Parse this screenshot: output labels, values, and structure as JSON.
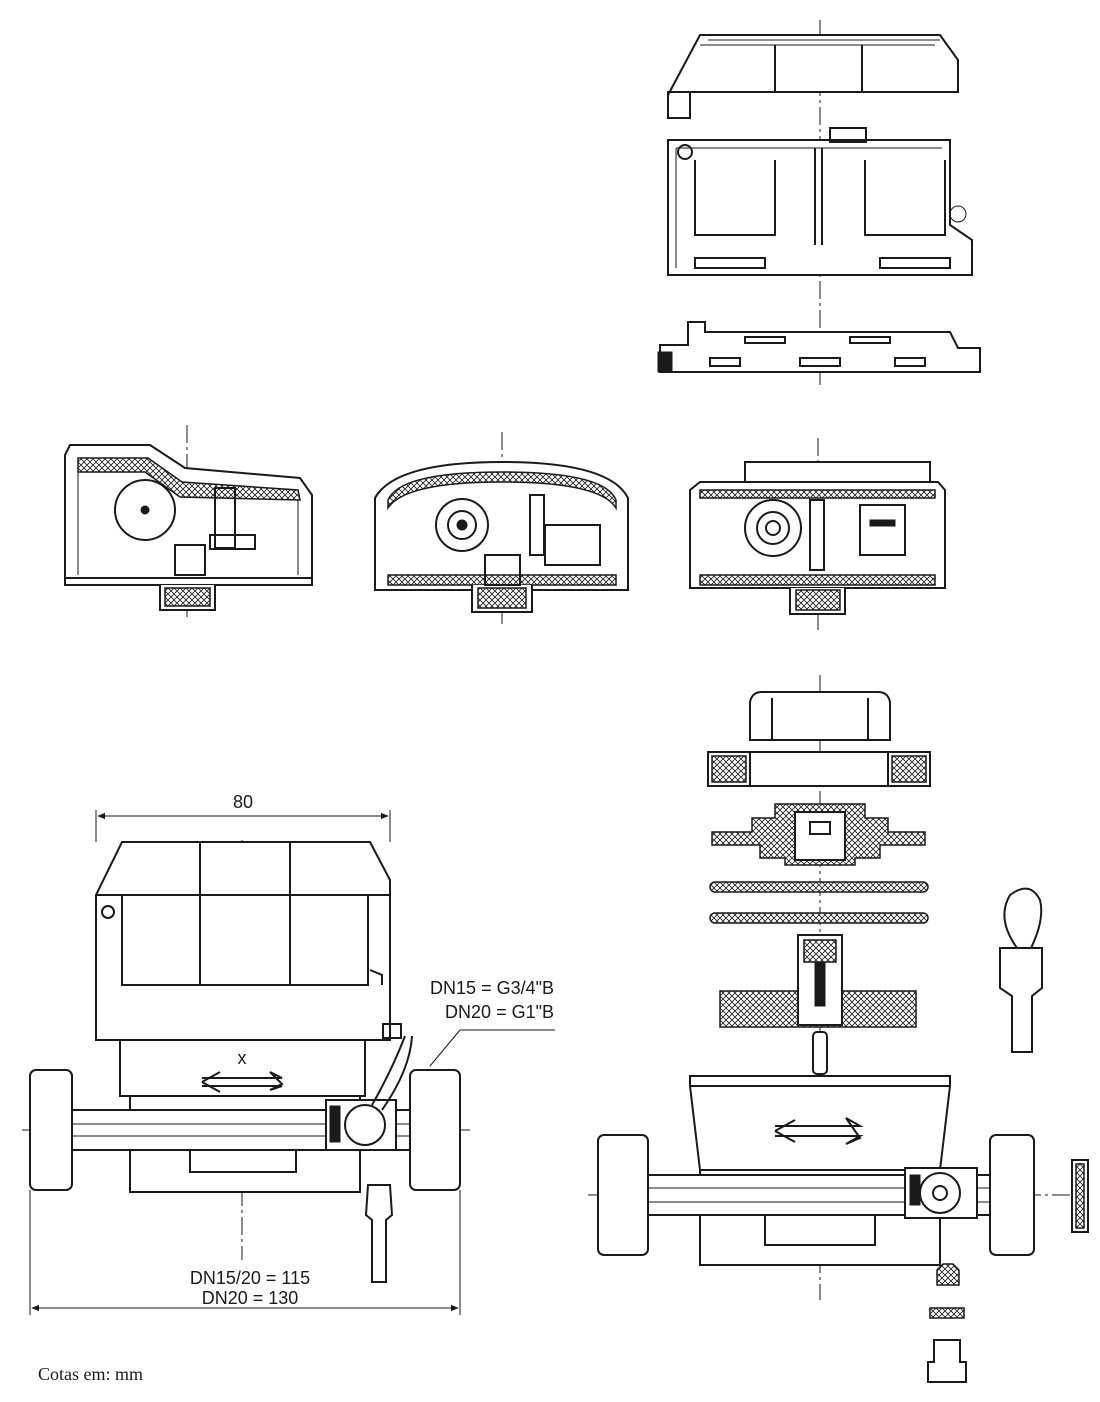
{
  "drawing": {
    "dimension_width": "80",
    "thread_dn15": "DN15 = G3/4\"B",
    "thread_dn20": "DN20 = G1\"B",
    "length_dn15_20": "DN15/20 = 115",
    "length_dn20": "DN20 = 130",
    "center_mark": "x",
    "units_note": "Cotas em: mm"
  }
}
